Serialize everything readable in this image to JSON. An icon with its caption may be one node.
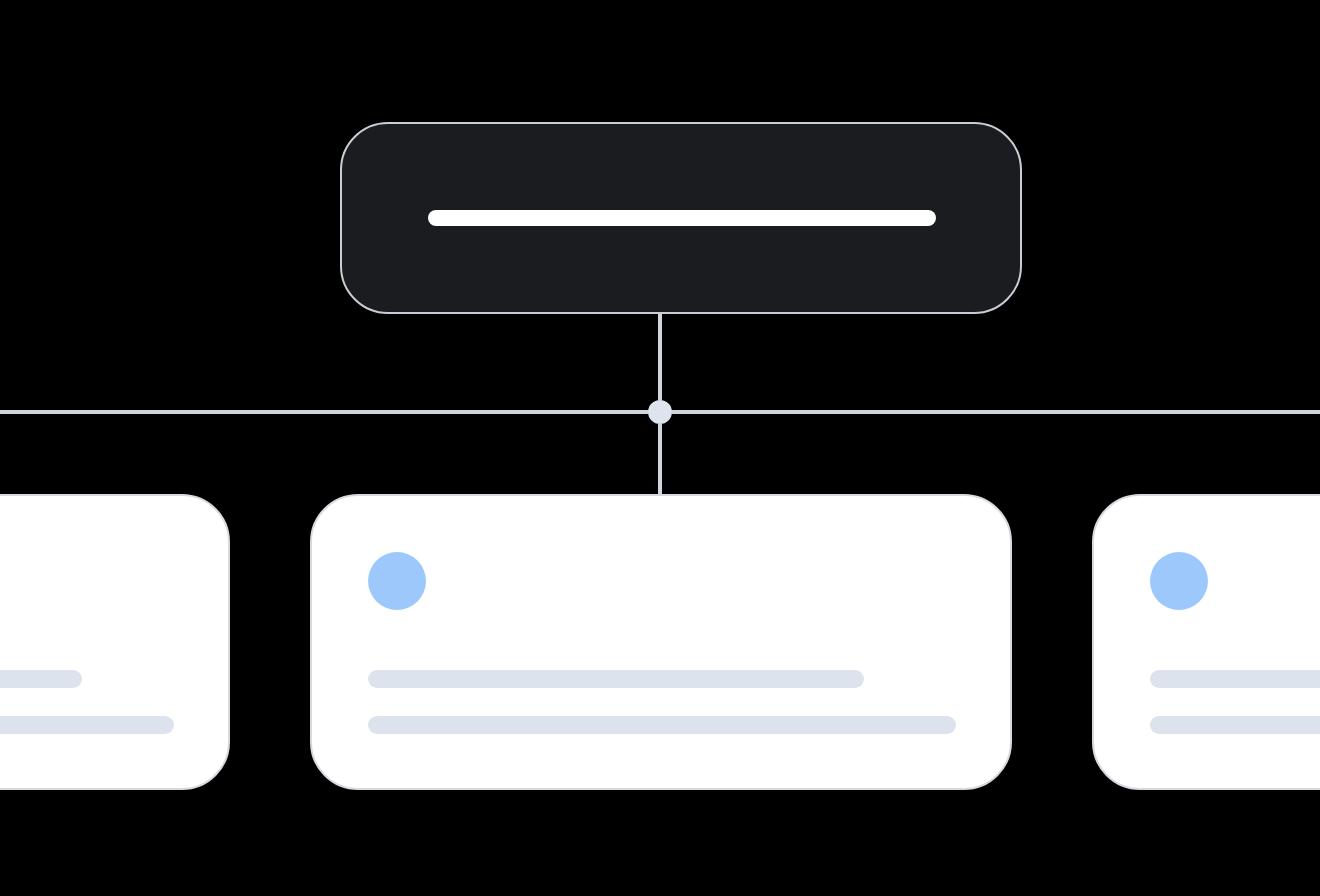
{
  "diagram": {
    "nodes": [
      {
        "text": [],
        "shape": "box"
      },
      {
        "text": [],
        "shape": "circle"
      },
      {
        "text": [],
        "shape": "box"
      },
      {
        "text": [],
        "shape": "box"
      },
      {
        "text": [],
        "shape": "box"
      }
    ],
    "edges": [
      {
        "from": 0,
        "to": 1,
        "arrow": "none"
      },
      {
        "from": 1,
        "to": 3,
        "arrow": "none"
      },
      {
        "from": null,
        "to": 1,
        "arrow": "none"
      },
      {
        "from": 1,
        "to": null,
        "arrow": "none"
      }
    ]
  }
}
